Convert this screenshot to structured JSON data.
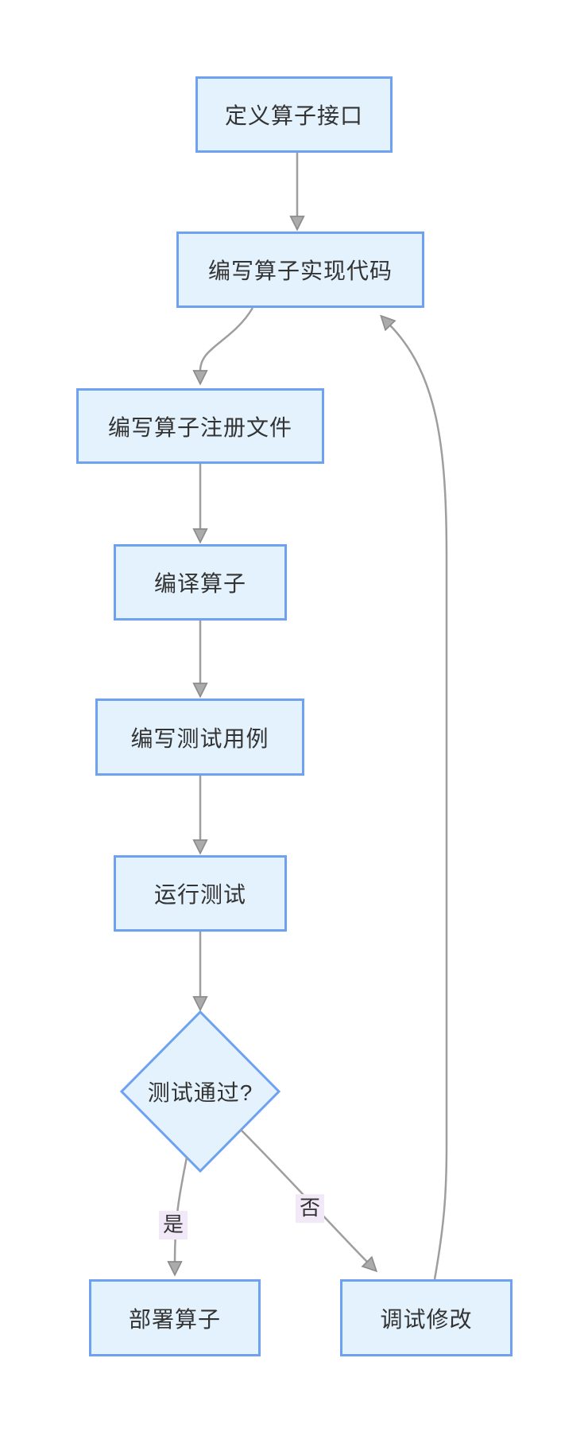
{
  "diagram": {
    "type": "flowchart",
    "direction": "top-down",
    "background_color": "#ffffff",
    "node_fill_color": "#e3f2fc",
    "node_border_color": "#6fa1f1",
    "edge_color": "#9e9e9e",
    "text_color": "#333333",
    "edge_label_bg_color": "#f1e9f8",
    "nodes": [
      {
        "id": "define-interface",
        "shape": "rect",
        "label": "定义算子接口"
      },
      {
        "id": "write-impl-code",
        "shape": "rect",
        "label": "编写算子实现代码"
      },
      {
        "id": "write-registration",
        "shape": "rect",
        "label": "编写算子注册文件"
      },
      {
        "id": "compile-operator",
        "shape": "rect",
        "label": "编译算子"
      },
      {
        "id": "write-test-cases",
        "shape": "rect",
        "label": "编写测试用例"
      },
      {
        "id": "run-tests",
        "shape": "rect",
        "label": "运行测试"
      },
      {
        "id": "tests-pass",
        "shape": "diamond",
        "label": "测试通过?"
      },
      {
        "id": "deploy-operator",
        "shape": "rect",
        "label": "部署算子"
      },
      {
        "id": "debug-modify",
        "shape": "rect",
        "label": "调试修改"
      }
    ],
    "edges": [
      {
        "from": "define-interface",
        "to": "write-impl-code",
        "label": ""
      },
      {
        "from": "write-impl-code",
        "to": "write-registration",
        "label": ""
      },
      {
        "from": "write-registration",
        "to": "compile-operator",
        "label": ""
      },
      {
        "from": "compile-operator",
        "to": "write-test-cases",
        "label": ""
      },
      {
        "from": "write-test-cases",
        "to": "run-tests",
        "label": ""
      },
      {
        "from": "run-tests",
        "to": "tests-pass",
        "label": ""
      },
      {
        "from": "tests-pass",
        "to": "deploy-operator",
        "label": "是"
      },
      {
        "from": "tests-pass",
        "to": "debug-modify",
        "label": "否"
      },
      {
        "from": "debug-modify",
        "to": "write-impl-code",
        "label": ""
      }
    ],
    "edge_labels": [
      {
        "id": "yes",
        "label": "是"
      },
      {
        "id": "no",
        "label": "否"
      }
    ]
  }
}
